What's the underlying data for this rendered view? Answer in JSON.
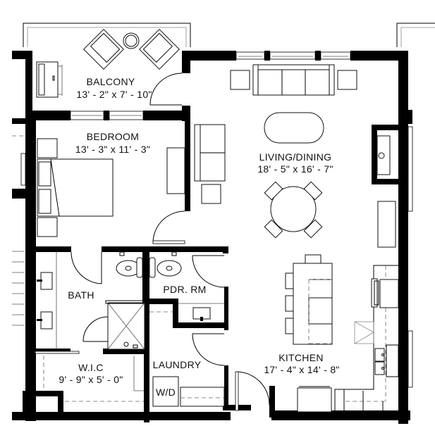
{
  "floor_plan": {
    "rooms": [
      {
        "id": "balcony",
        "name": "BALCONY",
        "dimensions": "13' - 2\" x 7' - 10\""
      },
      {
        "id": "bedroom",
        "name": "BEDROOM",
        "dimensions": "13' - 3\" x 11' - 3\""
      },
      {
        "id": "living_dining",
        "name": "LIVING/DINING",
        "dimensions": "18' - 5\" x 16' - 7\""
      },
      {
        "id": "bath",
        "name": "BATH",
        "dimensions": ""
      },
      {
        "id": "pdr_rm",
        "name": "PDR. RM",
        "dimensions": ""
      },
      {
        "id": "wic",
        "name": "W.I.C",
        "dimensions": "9' - 9\" x 5' - 0\""
      },
      {
        "id": "laundry",
        "name": "LAUNDRY",
        "dimensions": ""
      },
      {
        "id": "kitchen",
        "name": "KITCHEN",
        "dimensions": "17' - 4\" x 14' - 8\""
      }
    ],
    "fixtures": {
      "washer_dryer": "W/D"
    },
    "colors": {
      "wall": "#000000",
      "background": "#ffffff",
      "line": "#111111"
    }
  }
}
